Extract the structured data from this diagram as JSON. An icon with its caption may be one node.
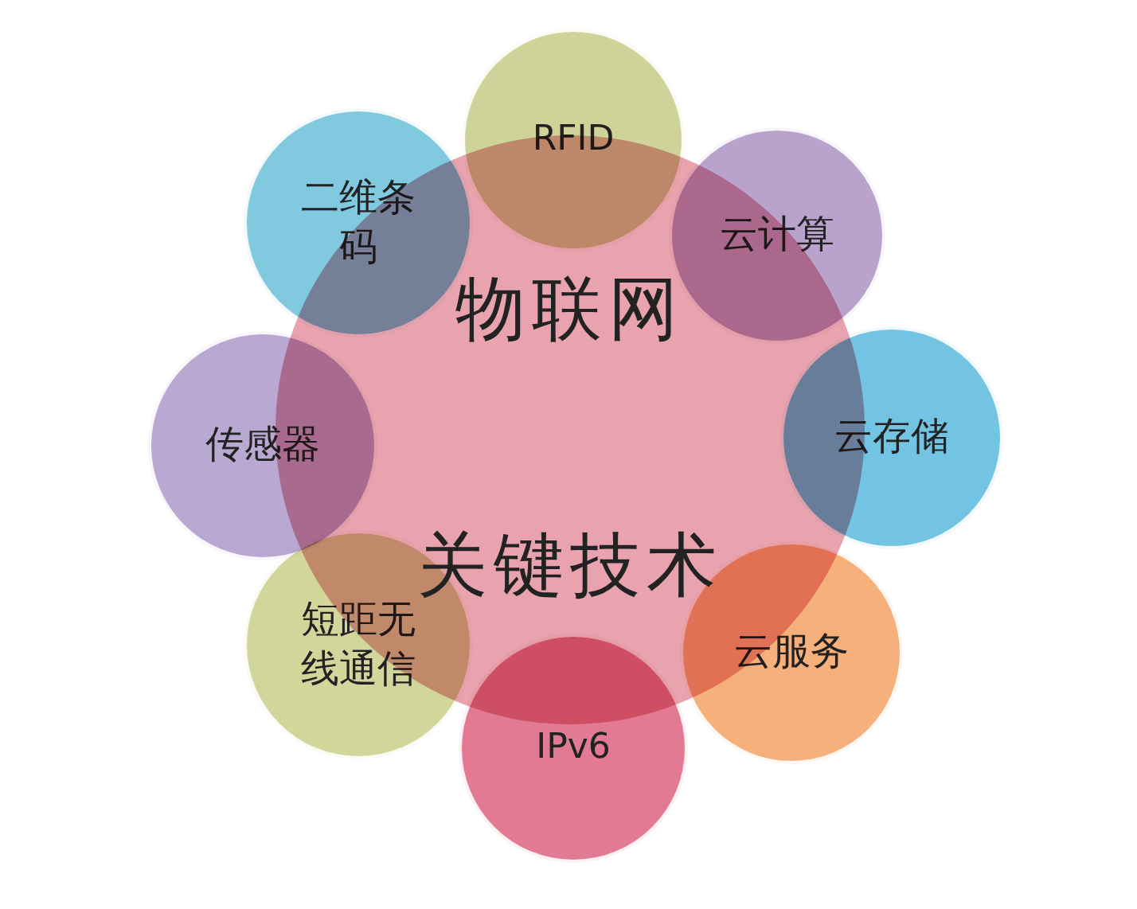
{
  "diagram": {
    "nodes": [
      {
        "text": [
          "物联网",
          "关键技术"
        ]
      },
      {
        "text": [
          "RFID"
        ]
      },
      {
        "text": [
          "云计算"
        ]
      },
      {
        "text": [
          "云存储"
        ]
      },
      {
        "text": [
          "云服务"
        ]
      },
      {
        "text": [
          "IPv6"
        ]
      },
      {
        "text": [
          "短距无线通信"
        ]
      },
      {
        "text": [
          "传感器"
        ]
      },
      {
        "text": [
          "二维条码"
        ]
      }
    ],
    "edges": []
  }
}
